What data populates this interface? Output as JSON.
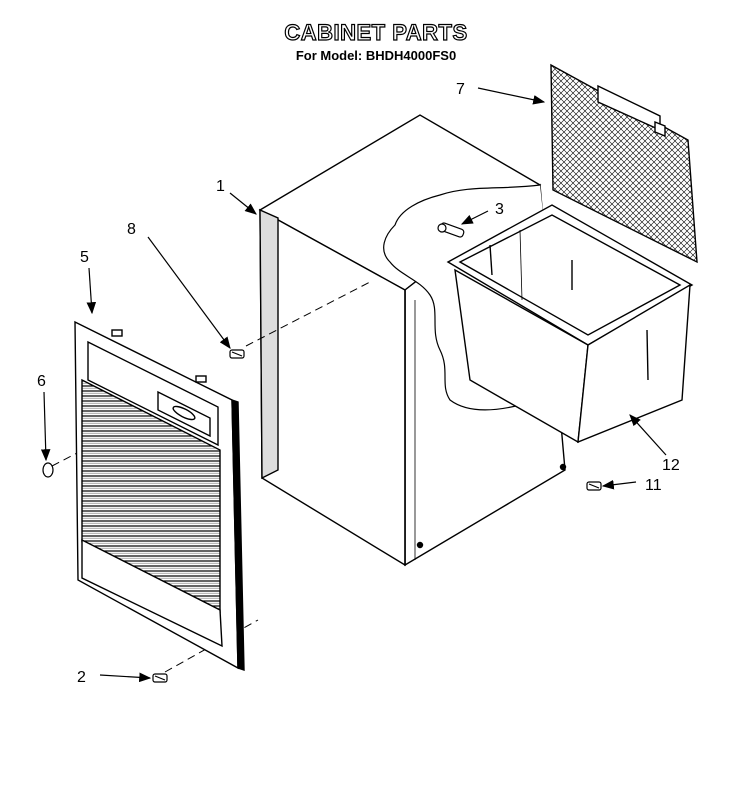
{
  "diagram": {
    "title": "CABINET PARTS",
    "subtitle": "For Model: BHDH4000FS0",
    "callouts": [
      {
        "id": "1",
        "label": "1"
      },
      {
        "id": "2",
        "label": "2"
      },
      {
        "id": "3",
        "label": "3"
      },
      {
        "id": "5",
        "label": "5"
      },
      {
        "id": "6",
        "label": "6"
      },
      {
        "id": "7",
        "label": "7"
      },
      {
        "id": "8",
        "label": "8"
      },
      {
        "id": "11",
        "label": "11"
      },
      {
        "id": "12",
        "label": "12"
      }
    ]
  }
}
